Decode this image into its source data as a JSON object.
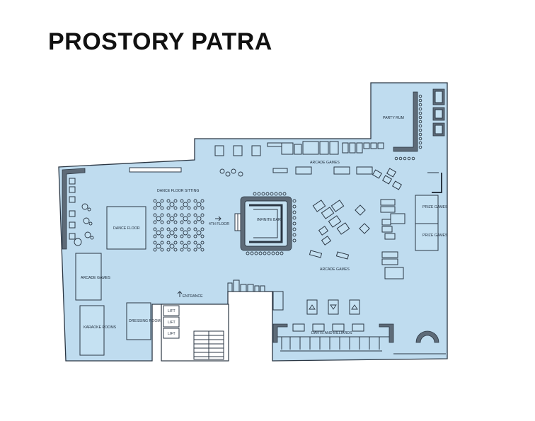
{
  "title": "PROSTORY PATRA",
  "colors": {
    "floor": "#bfdcef",
    "outline": "#2b3744",
    "background": "#ffffff"
  },
  "labels": {
    "party_room": "PARTY RUM",
    "arcade_games_top": "ARCADE GAMES",
    "dance_floor_sitting": "DANCE FLOOR SITTING",
    "dance_floor": "DANCE FLOOR",
    "fourth_floor": "4TH FLOOR",
    "infinite_bar": "INFINITE BAR",
    "prize_games_1": "PRIZE GAMES",
    "prize_games_2": "PRIZE GAMES",
    "arcade_games_mid": "ARCADE GAMES",
    "arcade_games_left": "ARCADE GAMES",
    "karaoke_rooms": "KARAOKE ROOMS",
    "dressing_room": "DRESSING ROOM",
    "entrance": "ENTRANCE",
    "lift_1": "LIFT",
    "lift_2": "LIFT",
    "lift_3": "LIFT",
    "darts_and_billiards": "DARTS AND BILLIARDS"
  }
}
